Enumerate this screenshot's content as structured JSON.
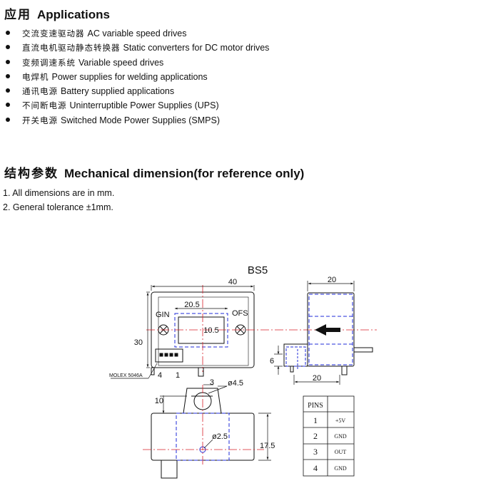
{
  "applications": {
    "heading_cn": "应用",
    "heading_en": "Applications",
    "items": [
      {
        "cn": "交流变速驱动器",
        "en": "AC variable speed drives"
      },
      {
        "cn": "直流电机驱动静态转换器",
        "en": "Static converters for DC motor drives"
      },
      {
        "cn": "变频调速系统",
        "en": "Variable speed drives"
      },
      {
        "cn": "电焊机",
        "en": "Power supplies for welding applications"
      },
      {
        "cn": "通讯电源",
        "en": "Battery supplied applications"
      },
      {
        "cn": "不间断电源",
        "en": "Uninterruptible Power Supplies (UPS)"
      },
      {
        "cn": "开关电源",
        "en": "Switched Mode Power Supplies (SMPS)"
      }
    ]
  },
  "mechanical": {
    "heading_cn": "结构参数",
    "heading_en": "Mechanical dimension(for reference only)",
    "notes": [
      "1. All dimensions are in mm.",
      "2. General tolerance  ±1mm."
    ]
  },
  "drawing": {
    "model": "BS5",
    "front": {
      "width": "40",
      "height": "30",
      "window_width": "20.5",
      "window_height": "10.5",
      "gain_label": "GIN",
      "offset_label": "OFS",
      "connector_label": "MOLEX 5046A",
      "pin_first": "1",
      "pin_last": "4"
    },
    "side": {
      "depth": "20",
      "bottom_depth": "20",
      "pin_height": "6"
    },
    "bottom": {
      "hole_dia": "ø4.5",
      "pin_pitch": "3",
      "tab_height": "10",
      "inner_dia": "ø2.5",
      "center_height": "17.5"
    }
  },
  "pins_table": {
    "header": "PINS",
    "rows": [
      {
        "no": "1",
        "signal": "+5V"
      },
      {
        "no": "2",
        "signal": "GND"
      },
      {
        "no": "3",
        "signal": "OUT"
      },
      {
        "no": "4",
        "signal": "GND"
      }
    ]
  }
}
